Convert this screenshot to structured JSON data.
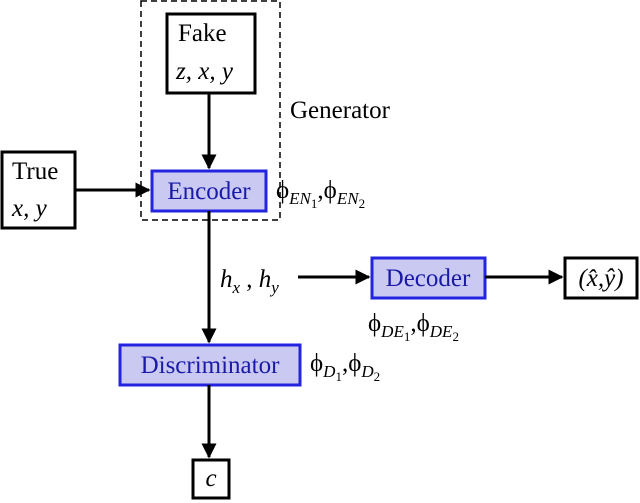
{
  "nodes": {
    "fake": {
      "title": "Fake",
      "vars": "z, x, y"
    },
    "true": {
      "title": "True",
      "vars": "x, y"
    },
    "encoder": {
      "label": "Encoder"
    },
    "decoder": {
      "label": "Decoder"
    },
    "discriminator": {
      "label": "Discriminator"
    },
    "output_xy": {
      "label": "(x̂,ŷ)"
    },
    "output_c": {
      "label": "c"
    }
  },
  "group": {
    "label": "Generator"
  },
  "params": {
    "encoder": {
      "phi": "ϕ",
      "s1": "EN",
      "n1": "1",
      "s2": "EN",
      "n2": "2"
    },
    "decoder": {
      "phi": "ϕ",
      "s1": "DE",
      "n1": "1",
      "s2": "DE",
      "n2": "2"
    },
    "discriminator": {
      "phi": "ϕ",
      "s1": "D",
      "n1": "1",
      "s2": "D",
      "n2": "2"
    }
  },
  "hidden": {
    "h": "h",
    "x": "x",
    "y": "y",
    "sep": " , "
  },
  "colors": {
    "module_fill": "#c9c9f2",
    "module_stroke": "#2323e0",
    "module_text": "#1a1aa6"
  }
}
